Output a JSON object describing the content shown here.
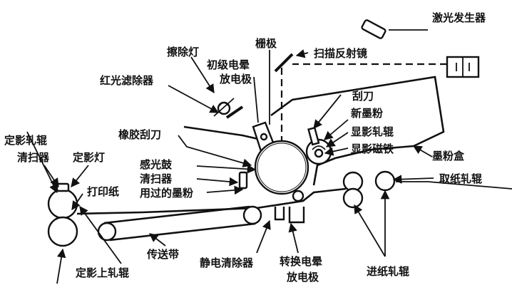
{
  "labels": {
    "laser_generator": "激光发生器",
    "grid": "栅极",
    "erase_lamp": "擦除灯",
    "scan_mirror": "扫描反射镜",
    "primary_corona_1": "初级电晕",
    "primary_corona_2": "放电极",
    "red_filter": "红光滤除器",
    "blade": "刮刀",
    "new_toner": "新墨粉",
    "dev_roller": "显影轧辊",
    "dev_magnet": "显影磁铁",
    "rubber_blade": "橡胶刮刀",
    "toner_box": "墨粉盒",
    "fuser_roller": "定影轧辊",
    "cleaner_left": "清扫器",
    "fuser_lamp": "定影灯",
    "drum": "感光鼓",
    "cleaner": "清扫器",
    "used_toner": "用过的墨粉",
    "paper": "打印纸",
    "pickup_roller": "取纸轧辊",
    "belt": "传送带",
    "static_eliminator": "静电清除器",
    "transfer_corona_1": "转换电晕",
    "transfer_corona_2": "放电极",
    "feed_roller": "进纸轧辊",
    "fuser_upper": "定影上轧辊"
  }
}
